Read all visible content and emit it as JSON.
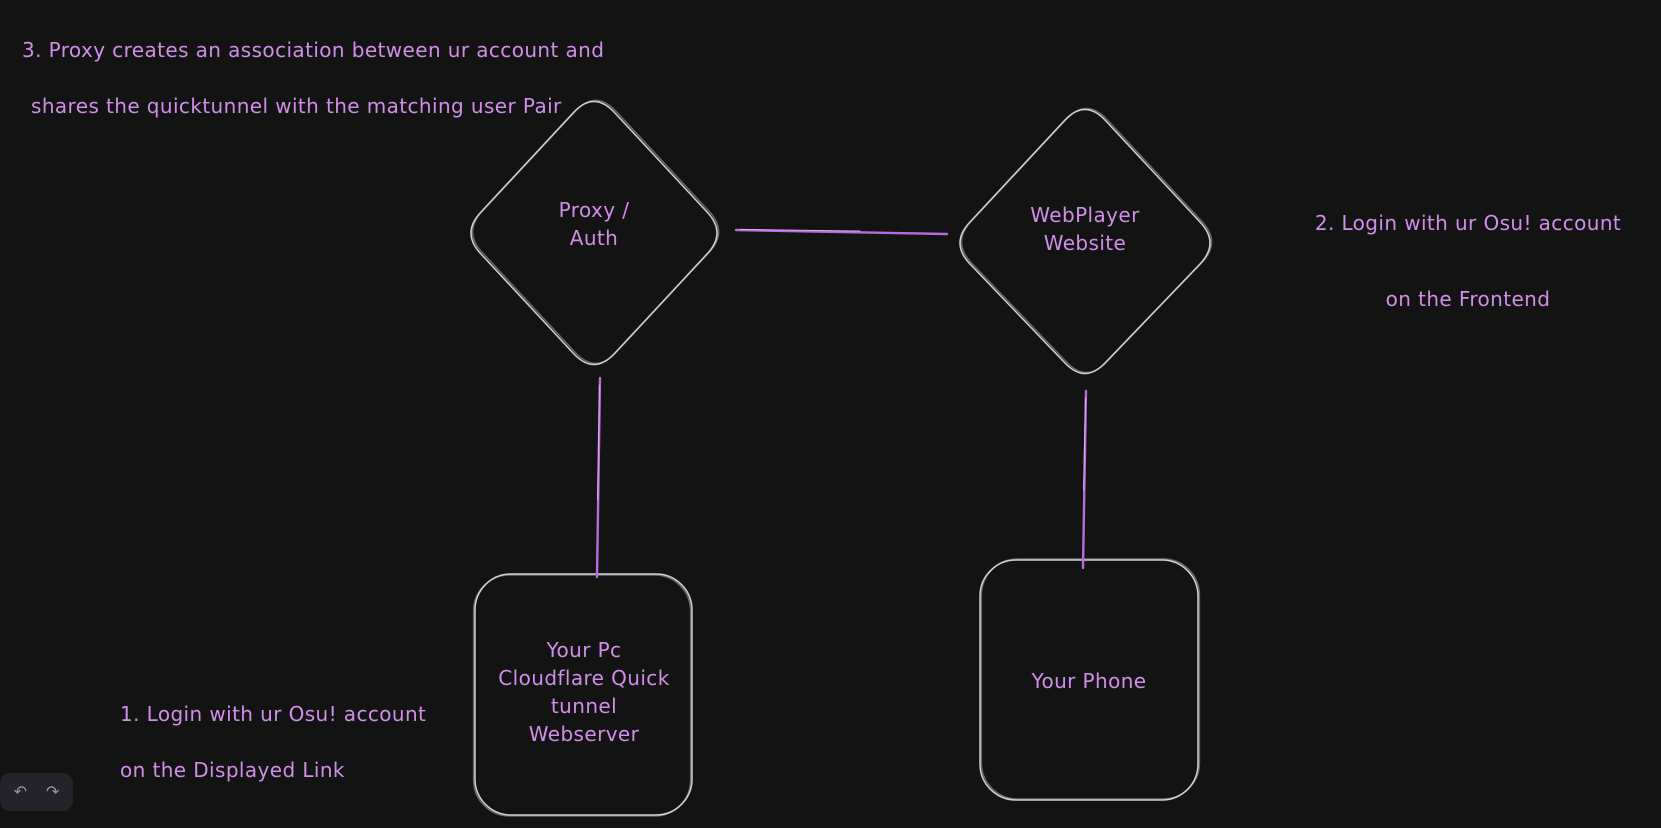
{
  "canvas": {
    "background": "#131313",
    "shape_stroke": "#ccd2d9",
    "connector_stroke": "#b86be0",
    "connector_highlight": "#e6b9f6",
    "text_color": "#d08ee9",
    "toolbar_bg": "#232329",
    "toolbar_icon_color": "#9296a0"
  },
  "annotations": {
    "step3": {
      "line1": "3. Proxy creates an association between ur account and",
      "line2": "shares the quicktunnel with the matching user Pair"
    },
    "step2": {
      "line1": "2. Login with ur Osu! account",
      "line2": "on the Frontend"
    },
    "step1": {
      "line1": "1. Login with ur Osu! account",
      "line2": "on the Displayed Link"
    }
  },
  "nodes": {
    "proxy_auth": {
      "shape": "diamond",
      "label": "Proxy /\nAuth"
    },
    "webplayer": {
      "shape": "diamond",
      "label": "WebPlayer\nWebsite"
    },
    "pc_webserver": {
      "shape": "rectangle",
      "label": "Your Pc\nCloudflare Quick\ntunnel\nWebserver"
    },
    "your_phone": {
      "shape": "rectangle",
      "label": "Your Phone"
    }
  },
  "edges": [
    {
      "from": "proxy_auth",
      "to": "webplayer"
    },
    {
      "from": "proxy_auth",
      "to": "pc_webserver"
    },
    {
      "from": "webplayer",
      "to": "your_phone"
    }
  ],
  "toolbar": {
    "undo_icon": "↶",
    "redo_icon": "↷"
  }
}
